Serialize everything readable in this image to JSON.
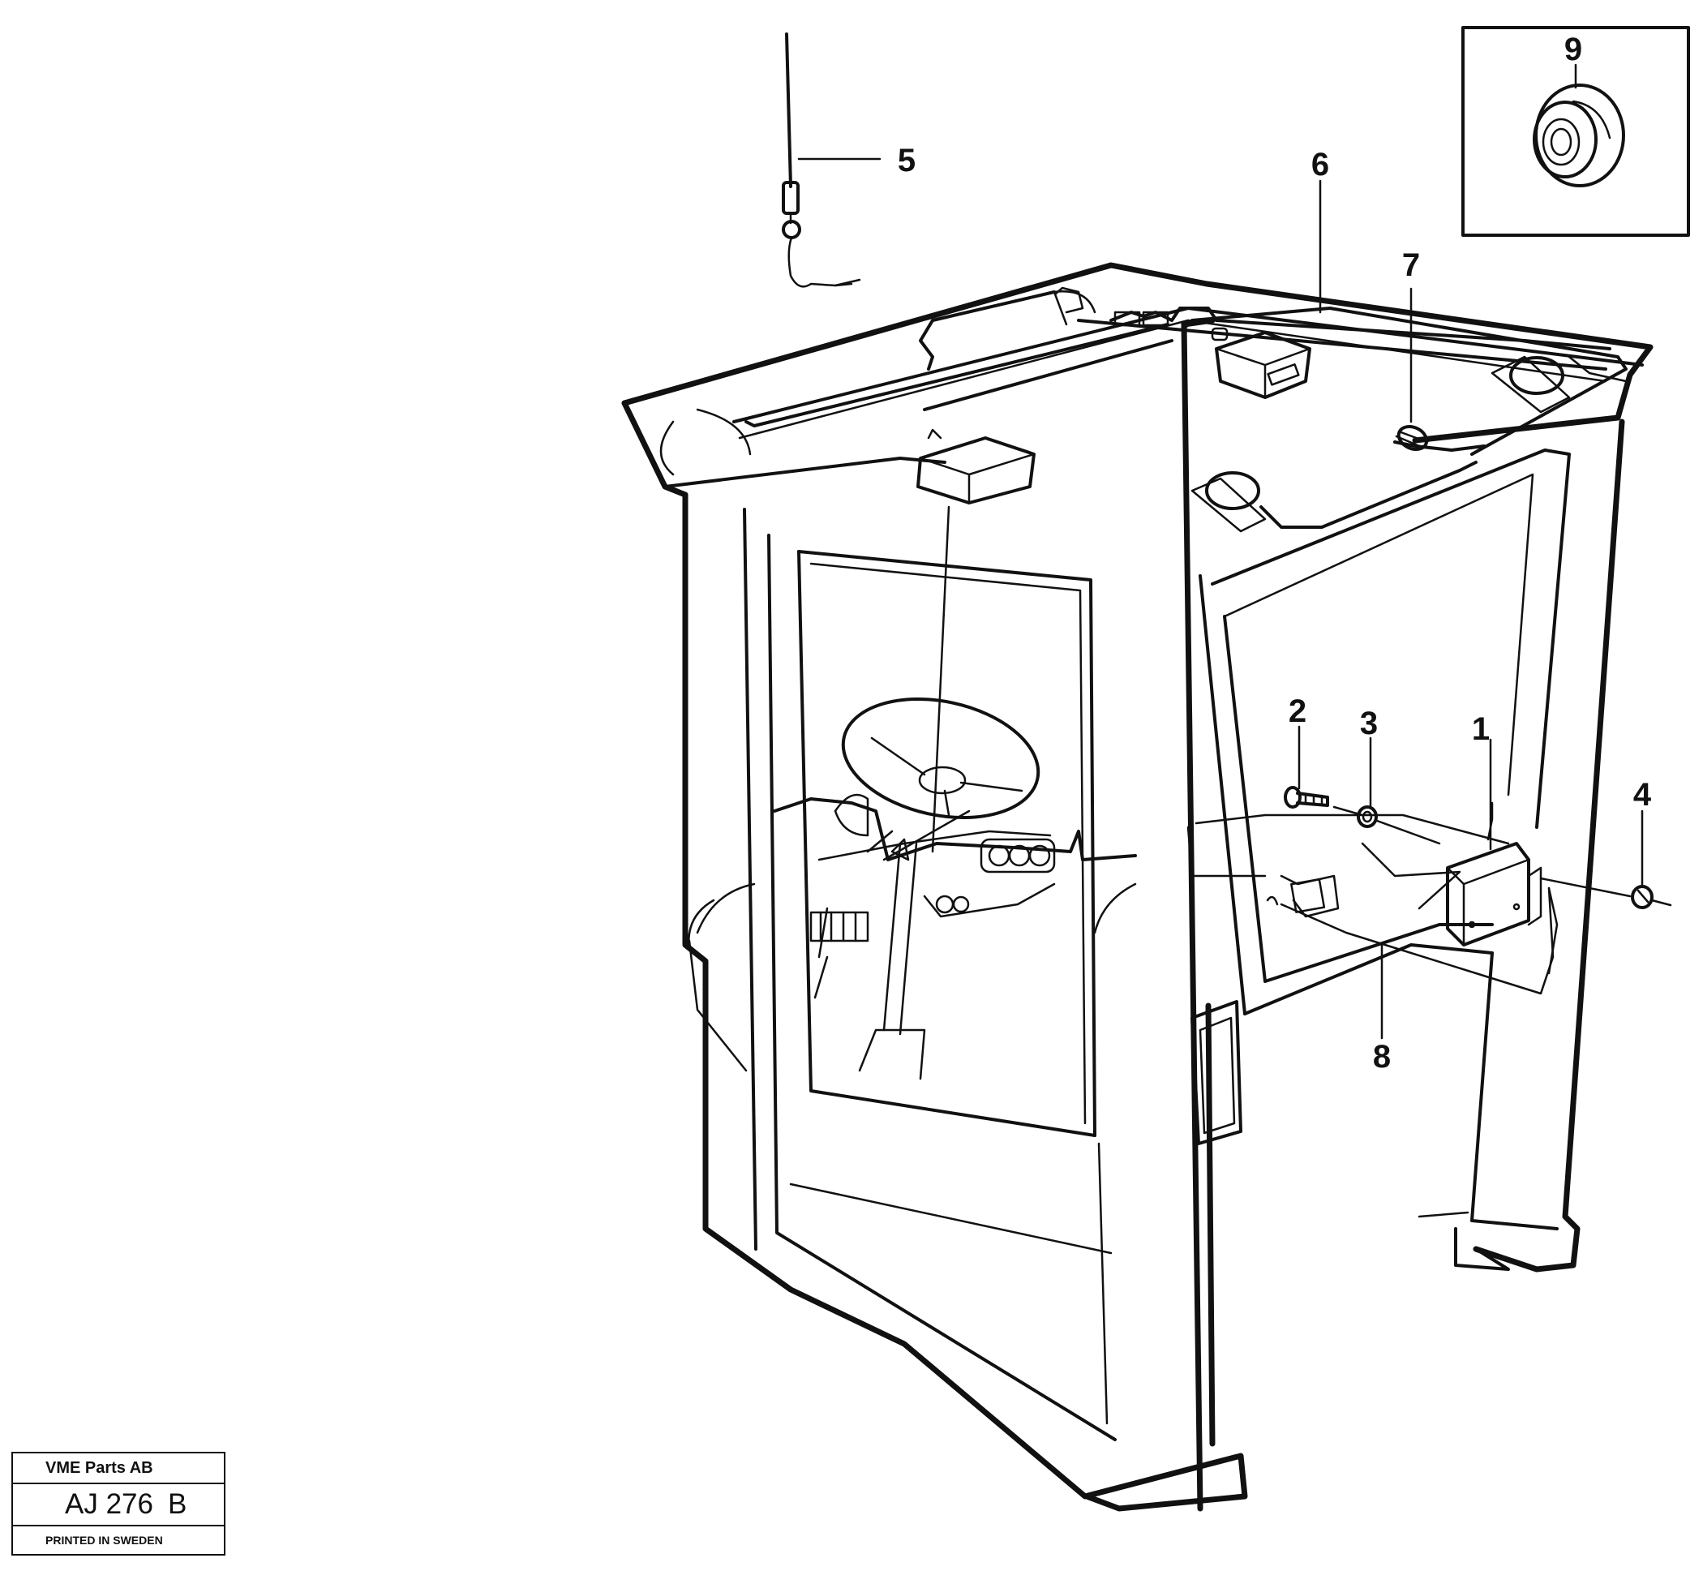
{
  "callouts": [
    "1",
    "2",
    "3",
    "4",
    "5",
    "6",
    "7",
    "8",
    "9"
  ],
  "title_block": {
    "company": "VME Parts AB",
    "drawing_code": "AJ 276",
    "revision": "B",
    "printed": "PRINTED IN SWEDEN"
  },
  "icons": {
    "cab": "operator-cab-icon",
    "antenna": "antenna-icon",
    "radio": "radio-unit-icon",
    "speaker": "speaker-icon",
    "fuse": "fuse-holder-icon",
    "gasket": "speaker-gasket-icon",
    "screw": "screw-icon",
    "washer": "washer-icon",
    "nut": "nut-icon",
    "interference-suppressor": "suppressor-box-icon",
    "steering-wheel": "steering-wheel-icon"
  }
}
